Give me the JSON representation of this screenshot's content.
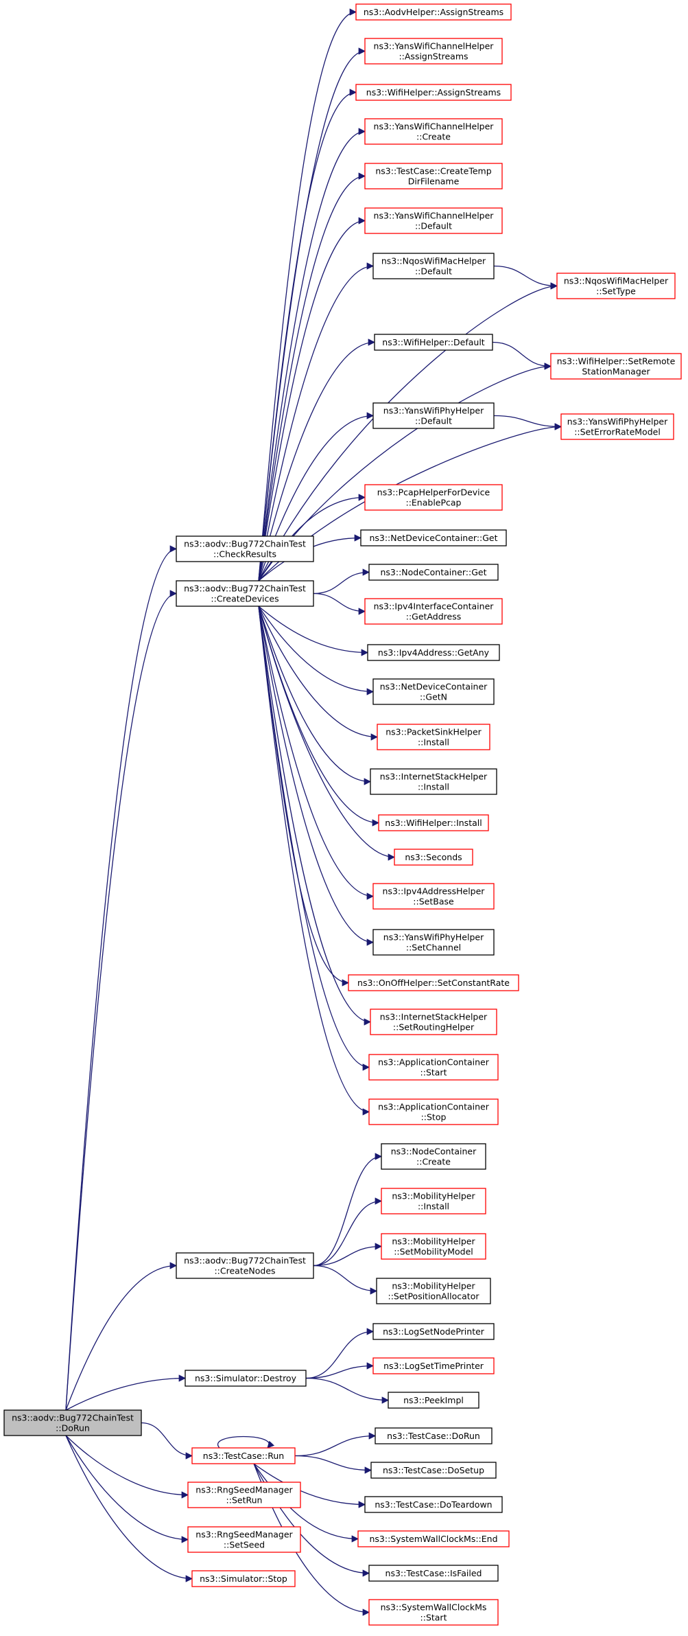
{
  "colors": {
    "edge": "#191970",
    "border_incomplete": "#ff0000",
    "border_complete": "#000000",
    "root_fill": "#bfbfbf",
    "node_fill": "#ffffff"
  },
  "nodes": [
    {
      "id": "dorun",
      "lines": [
        "ns3::aodv::Bug772ChainTest",
        "::DoRun"
      ],
      "kind": "root"
    },
    {
      "id": "checkresults",
      "lines": [
        "ns3::aodv::Bug772ChainTest",
        "::CheckResults"
      ],
      "kind": "black"
    },
    {
      "id": "createdevices",
      "lines": [
        "ns3::aodv::Bug772ChainTest",
        "::CreateDevices"
      ],
      "kind": "black"
    },
    {
      "id": "createnodes",
      "lines": [
        "ns3::aodv::Bug772ChainTest",
        "::CreateNodes"
      ],
      "kind": "black"
    },
    {
      "id": "simdestroy",
      "lines": [
        "ns3::Simulator::Destroy"
      ],
      "kind": "black"
    },
    {
      "id": "tcrun",
      "lines": [
        "ns3::TestCase::Run"
      ],
      "kind": "red"
    },
    {
      "id": "rngsetrun",
      "lines": [
        "ns3::RngSeedManager",
        "::SetRun"
      ],
      "kind": "red"
    },
    {
      "id": "rngsetseed",
      "lines": [
        "ns3::RngSeedManager",
        "::SetSeed"
      ],
      "kind": "red"
    },
    {
      "id": "simstop",
      "lines": [
        "ns3::Simulator::Stop"
      ],
      "kind": "red"
    },
    {
      "id": "aodvassign",
      "lines": [
        "ns3::AodvHelper::AssignStreams"
      ],
      "kind": "red"
    },
    {
      "id": "yanschassign",
      "lines": [
        "ns3::YansWifiChannelHelper",
        "::AssignStreams"
      ],
      "kind": "red"
    },
    {
      "id": "wifiassign",
      "lines": [
        "ns3::WifiHelper::AssignStreams"
      ],
      "kind": "red"
    },
    {
      "id": "yanschcreate",
      "lines": [
        "ns3::YansWifiChannelHelper",
        "::Create"
      ],
      "kind": "red"
    },
    {
      "id": "tctempdir",
      "lines": [
        "ns3::TestCase::CreateTemp",
        "DirFilename"
      ],
      "kind": "red"
    },
    {
      "id": "yanschdefault",
      "lines": [
        "ns3::YansWifiChannelHelper",
        "::Default"
      ],
      "kind": "red"
    },
    {
      "id": "nqosdefault",
      "lines": [
        "ns3::NqosWifiMacHelper",
        "::Default"
      ],
      "kind": "black"
    },
    {
      "id": "nqossettype",
      "lines": [
        "ns3::NqosWifiMacHelper",
        "::SetType"
      ],
      "kind": "red"
    },
    {
      "id": "wifidefault",
      "lines": [
        "ns3::WifiHelper::Default"
      ],
      "kind": "black"
    },
    {
      "id": "wifisetremote",
      "lines": [
        "ns3::WifiHelper::SetRemote",
        "StationManager"
      ],
      "kind": "red"
    },
    {
      "id": "yansphydefault",
      "lines": [
        "ns3::YansWifiPhyHelper",
        "::Default"
      ],
      "kind": "black"
    },
    {
      "id": "yansphyseterr",
      "lines": [
        "ns3::YansWifiPhyHelper",
        "::SetErrorRateModel"
      ],
      "kind": "red"
    },
    {
      "id": "pcapenable",
      "lines": [
        "ns3::PcapHelperForDevice",
        "::EnablePcap"
      ],
      "kind": "red"
    },
    {
      "id": "ndcget",
      "lines": [
        "ns3::NetDeviceContainer::Get"
      ],
      "kind": "black"
    },
    {
      "id": "ncget",
      "lines": [
        "ns3::NodeContainer::Get"
      ],
      "kind": "black"
    },
    {
      "id": "ipv4ifgetaddr",
      "lines": [
        "ns3::Ipv4InterfaceContainer",
        "::GetAddress"
      ],
      "kind": "red"
    },
    {
      "id": "ipv4getany",
      "lines": [
        "ns3::Ipv4Address::GetAny"
      ],
      "kind": "black"
    },
    {
      "id": "ndcgetn",
      "lines": [
        "ns3::NetDeviceContainer",
        "::GetN"
      ],
      "kind": "black"
    },
    {
      "id": "pktsinkinstall",
      "lines": [
        "ns3::PacketSinkHelper",
        "::Install"
      ],
      "kind": "red"
    },
    {
      "id": "inetstackinstall",
      "lines": [
        "ns3::InternetStackHelper",
        "::Install"
      ],
      "kind": "black"
    },
    {
      "id": "wifiinstall",
      "lines": [
        "ns3::WifiHelper::Install"
      ],
      "kind": "red"
    },
    {
      "id": "seconds",
      "lines": [
        "ns3::Seconds"
      ],
      "kind": "red"
    },
    {
      "id": "ipv4setbase",
      "lines": [
        "ns3::Ipv4AddressHelper",
        "::SetBase"
      ],
      "kind": "red"
    },
    {
      "id": "yansphysetch",
      "lines": [
        "ns3::YansWifiPhyHelper",
        "::SetChannel"
      ],
      "kind": "black"
    },
    {
      "id": "onoffsetrate",
      "lines": [
        "ns3::OnOffHelper::SetConstantRate"
      ],
      "kind": "red"
    },
    {
      "id": "inetsetrouting",
      "lines": [
        "ns3::InternetStackHelper",
        "::SetRoutingHelper"
      ],
      "kind": "red"
    },
    {
      "id": "appstart",
      "lines": [
        "ns3::ApplicationContainer",
        "::Start"
      ],
      "kind": "red"
    },
    {
      "id": "appstop",
      "lines": [
        "ns3::ApplicationContainer",
        "::Stop"
      ],
      "kind": "red"
    },
    {
      "id": "nccreate",
      "lines": [
        "ns3::NodeContainer",
        "::Create"
      ],
      "kind": "black"
    },
    {
      "id": "mobinstall",
      "lines": [
        "ns3::MobilityHelper",
        "::Install"
      ],
      "kind": "red"
    },
    {
      "id": "mobsetmodel",
      "lines": [
        "ns3::MobilityHelper",
        "::SetMobilityModel"
      ],
      "kind": "red"
    },
    {
      "id": "mobsetalloc",
      "lines": [
        "ns3::MobilityHelper",
        "::SetPositionAllocator"
      ],
      "kind": "black"
    },
    {
      "id": "lognodeprinter",
      "lines": [
        "ns3::LogSetNodePrinter"
      ],
      "kind": "black"
    },
    {
      "id": "logtimeprinter",
      "lines": [
        "ns3::LogSetTimePrinter"
      ],
      "kind": "red"
    },
    {
      "id": "peekimpl",
      "lines": [
        "ns3::PeekImpl"
      ],
      "kind": "black"
    },
    {
      "id": "tcdorun",
      "lines": [
        "ns3::TestCase::DoRun"
      ],
      "kind": "black"
    },
    {
      "id": "tcdosetup",
      "lines": [
        "ns3::TestCase::DoSetup"
      ],
      "kind": "black"
    },
    {
      "id": "tcdoteardown",
      "lines": [
        "ns3::TestCase::DoTeardown"
      ],
      "kind": "black"
    },
    {
      "id": "swcend",
      "lines": [
        "ns3::SystemWallClockMs::End"
      ],
      "kind": "red"
    },
    {
      "id": "tcisfailed",
      "lines": [
        "ns3::TestCase::IsFailed"
      ],
      "kind": "black"
    },
    {
      "id": "swcstart",
      "lines": [
        "ns3::SystemWallClockMs",
        "::Start"
      ],
      "kind": "red"
    }
  ],
  "edges": [
    [
      "dorun",
      "checkresults"
    ],
    [
      "dorun",
      "createdevices"
    ],
    [
      "dorun",
      "createnodes"
    ],
    [
      "dorun",
      "simdestroy"
    ],
    [
      "dorun",
      "tcrun"
    ],
    [
      "dorun",
      "rngsetrun"
    ],
    [
      "dorun",
      "rngsetseed"
    ],
    [
      "dorun",
      "simstop"
    ],
    [
      "createdevices",
      "aodvassign"
    ],
    [
      "createdevices",
      "yanschassign"
    ],
    [
      "createdevices",
      "wifiassign"
    ],
    [
      "createdevices",
      "yanschcreate"
    ],
    [
      "createdevices",
      "tctempdir"
    ],
    [
      "createdevices",
      "yanschdefault"
    ],
    [
      "createdevices",
      "nqosdefault"
    ],
    [
      "createdevices",
      "nqossettype"
    ],
    [
      "createdevices",
      "wifidefault"
    ],
    [
      "createdevices",
      "wifisetremote"
    ],
    [
      "createdevices",
      "yansphydefault"
    ],
    [
      "createdevices",
      "yansphyseterr"
    ],
    [
      "createdevices",
      "pcapenable"
    ],
    [
      "createdevices",
      "ndcget"
    ],
    [
      "createdevices",
      "ncget"
    ],
    [
      "createdevices",
      "ipv4ifgetaddr"
    ],
    [
      "createdevices",
      "ipv4getany"
    ],
    [
      "createdevices",
      "ndcgetn"
    ],
    [
      "createdevices",
      "pktsinkinstall"
    ],
    [
      "createdevices",
      "inetstackinstall"
    ],
    [
      "createdevices",
      "wifiinstall"
    ],
    [
      "createdevices",
      "seconds"
    ],
    [
      "createdevices",
      "ipv4setbase"
    ],
    [
      "createdevices",
      "yansphysetch"
    ],
    [
      "createdevices",
      "onoffsetrate"
    ],
    [
      "createdevices",
      "inetsetrouting"
    ],
    [
      "createdevices",
      "appstart"
    ],
    [
      "createdevices",
      "appstop"
    ],
    [
      "nqosdefault",
      "nqossettype"
    ],
    [
      "wifidefault",
      "wifisetremote"
    ],
    [
      "yansphydefault",
      "yansphyseterr"
    ],
    [
      "createnodes",
      "nccreate"
    ],
    [
      "createnodes",
      "mobinstall"
    ],
    [
      "createnodes",
      "mobsetmodel"
    ],
    [
      "createnodes",
      "mobsetalloc"
    ],
    [
      "simdestroy",
      "lognodeprinter"
    ],
    [
      "simdestroy",
      "logtimeprinter"
    ],
    [
      "simdestroy",
      "peekimpl"
    ],
    [
      "tcrun",
      "tcrun"
    ],
    [
      "tcrun",
      "tcdorun"
    ],
    [
      "tcrun",
      "tcdosetup"
    ],
    [
      "tcrun",
      "tcdoteardown"
    ],
    [
      "tcrun",
      "swcend"
    ],
    [
      "tcrun",
      "tcisfailed"
    ],
    [
      "tcrun",
      "swcstart"
    ]
  ]
}
